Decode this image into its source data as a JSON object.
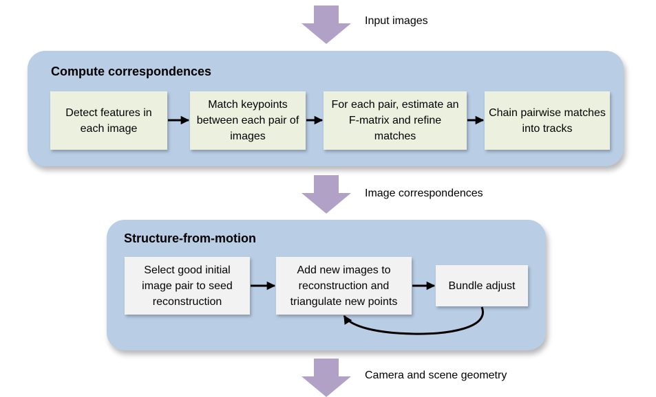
{
  "flow_labels": {
    "input": "Input images",
    "correspondences": "Image correspondences",
    "output": "Camera and scene geometry"
  },
  "compute_panel": {
    "title": "Compute correspondences",
    "steps": [
      "Detect features in each image",
      "Match keypoints between each pair of images",
      "For each pair, estimate an F-matrix and refine matches",
      "Chain pairwise matches into tracks"
    ]
  },
  "sfm_panel": {
    "title": "Structure-from-motion",
    "steps": [
      "Select good initial image pair to seed reconstruction",
      "Add new images to reconstruction and triangulate new points",
      "Bundle adjust"
    ]
  },
  "colors": {
    "panel": "#b9cde5",
    "compute_box": "#ebf1de",
    "sfm_box": "#f2f2f2",
    "flow_arrow": "#b2a1c7"
  }
}
